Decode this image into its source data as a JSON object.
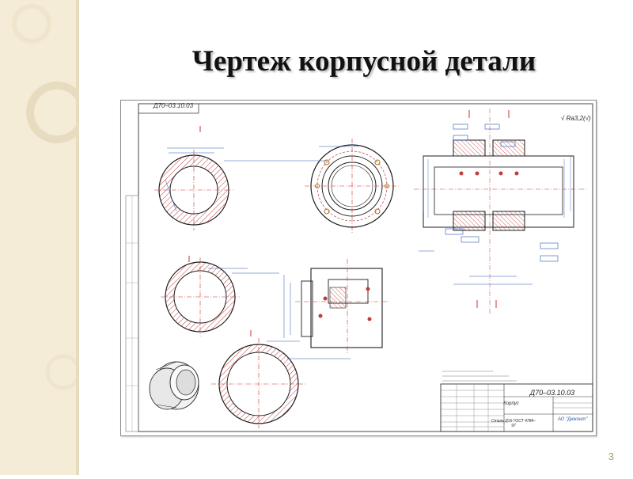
{
  "slide": {
    "title": "Чертеж корпусной детали",
    "page_number": "3"
  },
  "drawing": {
    "doc_code": "Д70–03.10.03",
    "roughness": "√ Ra3,2(√)",
    "title_block": {
      "code": "Д70–03.10.03",
      "name": "Корпус",
      "material": "Сталь Д16 ГОСТ 4784–97",
      "company": "АО \"Дюконт\""
    }
  },
  "colors": {
    "frame": "#8a8a8a",
    "outline": "#1d1d1d",
    "dimension": "#2a58b0",
    "axis": "#d03030",
    "hatch": "#c23c3c",
    "left_strip": "#f4ecd6"
  }
}
